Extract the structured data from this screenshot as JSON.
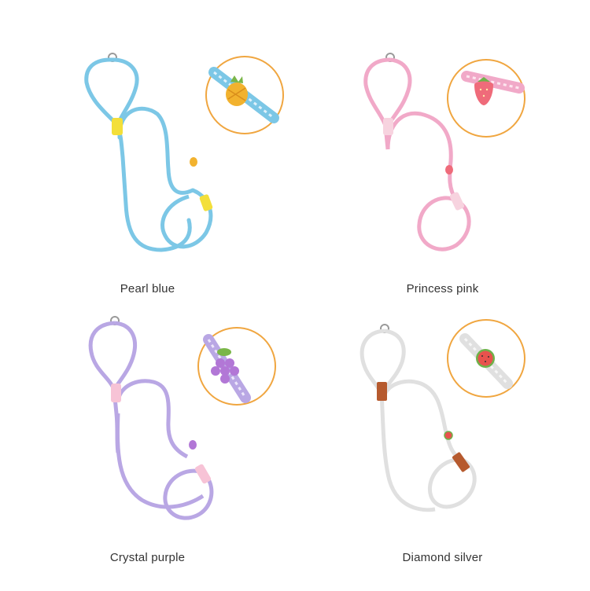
{
  "products": [
    {
      "id": "blue",
      "label": "Pearl blue",
      "rope": "#7cc7e6",
      "rope_dark": "#5fb3d6",
      "sleeve": "#f3df3a",
      "charm": "pineapple-icon",
      "charm_color": "#f2b22e"
    },
    {
      "id": "pink",
      "label": "Princess pink",
      "rope": "#f1a9c8",
      "rope_dark": "#e58ab2",
      "sleeve": "#f7d3df",
      "charm": "strawberry-icon",
      "charm_color": "#ef6b7a"
    },
    {
      "id": "purple",
      "label": "Crystal purple",
      "rope": "#b9a7e4",
      "rope_dark": "#a08ed6",
      "sleeve": "#f7c3d6",
      "charm": "grape-icon",
      "charm_color": "#b277d6"
    },
    {
      "id": "silver",
      "label": "Diamond silver",
      "rope": "#e6e6e6",
      "rope_dark": "#cfcfcf",
      "sleeve": "#b65a2e",
      "charm": "watermelon-icon",
      "charm_color": "#e8524d"
    }
  ],
  "accent": {
    "circle_border": "#f0a640"
  }
}
